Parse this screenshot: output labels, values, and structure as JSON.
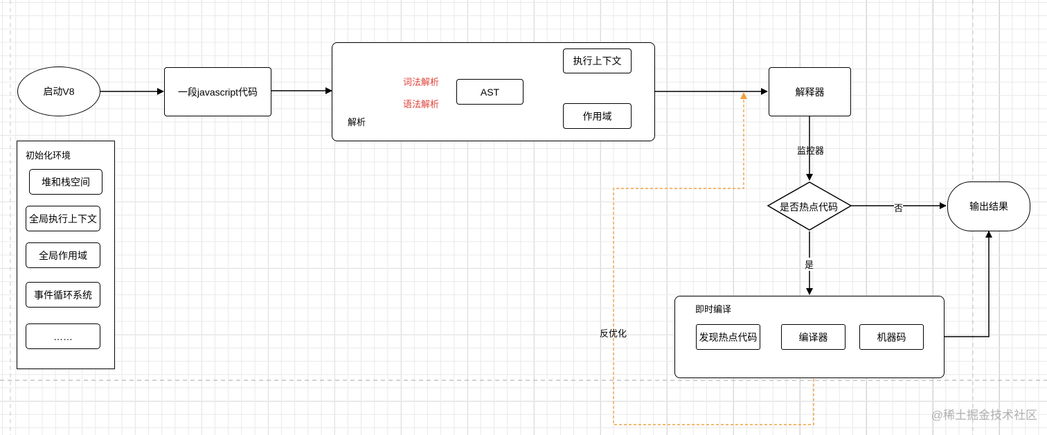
{
  "nodes": {
    "start": "启动V8",
    "js_code": "一段javascript代码",
    "parse_label": "解析",
    "lexical": "词法解析",
    "syntax": "语法解析",
    "ast": "AST",
    "exec_context": "执行上下文",
    "scope": "作用域",
    "interpreter": "解释器",
    "monitor": "监控器",
    "hot_check": "是否热点代码",
    "no": "否",
    "yes": "是",
    "output": "输出结果",
    "deopt": "反优化"
  },
  "init_env": {
    "title": "初始化环境",
    "items": [
      "堆和栈空间",
      "全局执行上下文",
      "全局作用域",
      "事件循环系统",
      "……"
    ]
  },
  "jit": {
    "title": "即时编译",
    "steps": [
      "发现热点代码",
      "编译器",
      "机器码"
    ]
  },
  "colors": {
    "red_text": "#e0423a",
    "deopt_line": "#f0a040"
  },
  "watermark": "@稀土掘金技术社区"
}
